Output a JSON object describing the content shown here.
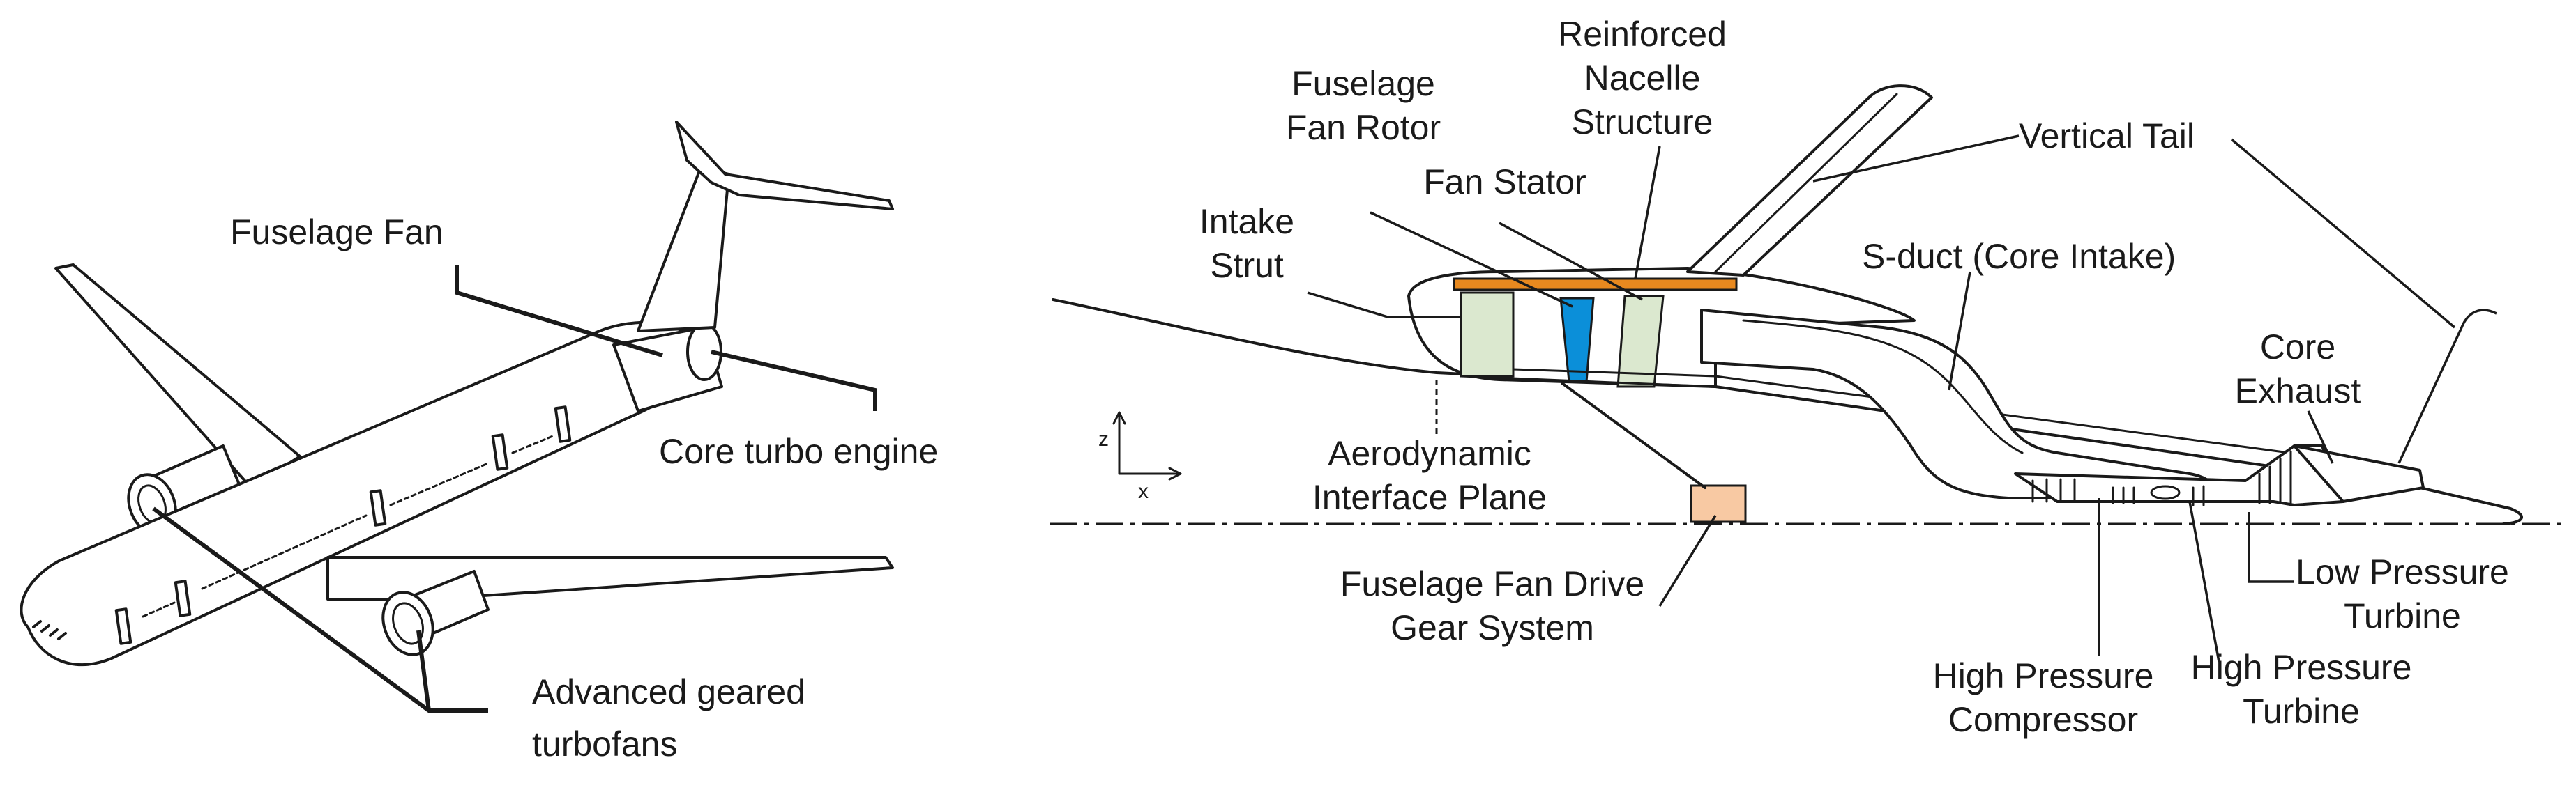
{
  "colors": {
    "ink": "#1a1a1a",
    "nacelle": "#e8891f",
    "intake_strut": "#dbe8cf",
    "rotor": "#0b8fd9",
    "stator": "#dbe8cf",
    "gear": "#f8c9a3"
  },
  "left_view": {
    "fuselage_fan": "Fuselage Fan",
    "core_turbo_engine": "Core turbo engine",
    "geared_turbofans_line1": "Advanced geared",
    "geared_turbofans_line2": "turbofans"
  },
  "right_view": {
    "reinforced_line1": "Reinforced",
    "reinforced_line2": "Nacelle",
    "reinforced_line3": "Structure",
    "fan_rotor_line1": "Fuselage",
    "fan_rotor_line2": "Fan Rotor",
    "fan_stator": "Fan Stator",
    "vertical_tail": "Vertical Tail",
    "intake_strut_line1": "Intake",
    "intake_strut_line2": "Strut",
    "s_duct": "S-duct (Core Intake)",
    "core_exhaust_line1": "Core",
    "core_exhaust_line2": "Exhaust",
    "aip_line1": "Aerodynamic",
    "aip_line2": "Interface Plane",
    "axis_z": "z",
    "axis_x": "x",
    "gear_line1": "Fuselage Fan Drive",
    "gear_line2": "Gear System",
    "lpt_line1": "Low Pressure",
    "lpt_line2": "Turbine",
    "hpc_line1": "High Pressure",
    "hpc_line2": "Compressor",
    "hpt_line1": "High Pressure",
    "hpt_line2": "Turbine"
  }
}
